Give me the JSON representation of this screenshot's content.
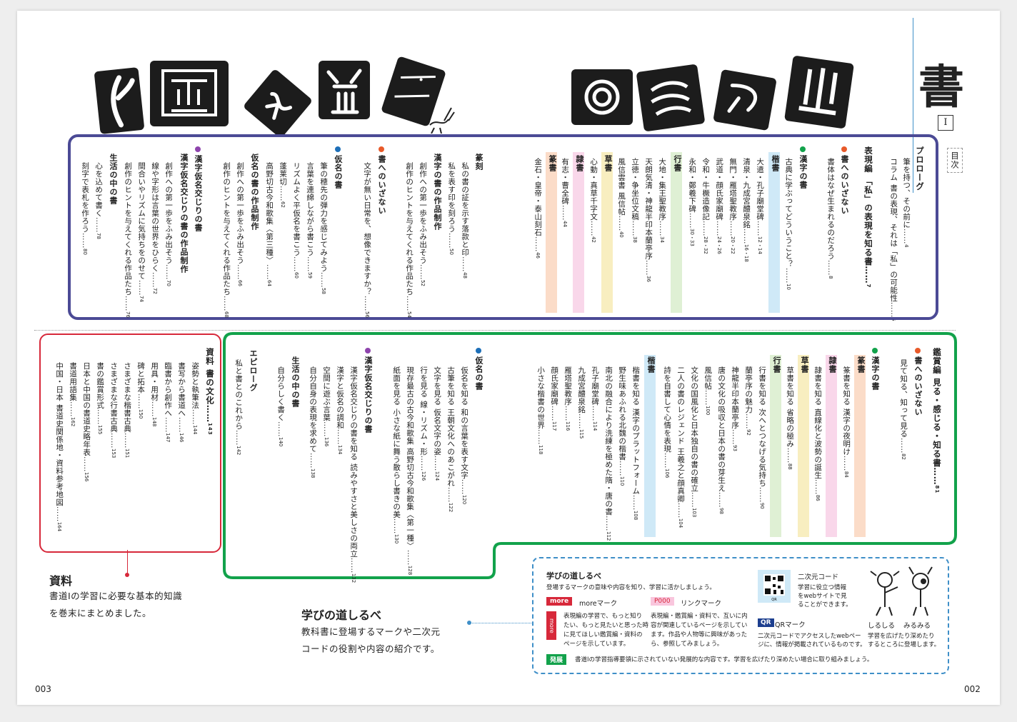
{
  "book_title": "書",
  "book_level": "I",
  "toc_label": "目次",
  "colors": {
    "purple": "#4b4a95",
    "green": "#12a24b",
    "red": "#d7283a",
    "blue": "#3f8fc8"
  },
  "prologue": {
    "title": "プロローグ",
    "l1": "筆を持つ、その前に……",
    "p1": "4",
    "l2": "コラム 書の表現、それは「私」の可能性……",
    "p2": "6"
  },
  "expression": {
    "title": "表現編 「私」の表現を知る書……",
    "title_page": "7",
    "intro_title": "書へのいざない",
    "intro_1": "書体はなぜ生まれるのだろう……",
    "intro_1_p": "8",
    "kanji_title": "漢字の書",
    "kanji_1": "古典に学ぶってどういうこと？……",
    "kanji_1_p": "10",
    "kaisho_label": "楷書",
    "kaisho_1": "大遣・孔子廟堂碑……",
    "kaisho_1_p": "12・14",
    "kaisho_2": "清泉・九成宮醴泉銘……",
    "kaisho_2_p": "16・18",
    "kaisho_3": "無門・雁塔聖教序……",
    "kaisho_3_p": "20・22",
    "kaisho_4": "武道・顔氏家廟碑……",
    "kaisho_4_p": "24・26",
    "kaisho_5": "令和・牛橛造像記……",
    "kaisho_5_p": "28・32",
    "kaisho_6": "永和・鄭羲下碑……",
    "kaisho_6_p": "30・33",
    "gyosho_label": "行書",
    "gyosho_1": "大地・集王聖教序……",
    "gyosho_1_p": "34",
    "gyosho_2": "天朗気清・神龍半印本蘭亭序……",
    "gyosho_2_p": "36",
    "gyosho_3": "立徳・争坐位文稿……",
    "gyosho_3_p": "38",
    "gyosho_4": "風信雲書 風信帖……",
    "gyosho_4_p": "40",
    "sosho_label": "草書",
    "sosho_1": "心動・真草千字文……",
    "sosho_1_p": "42",
    "reisho_label": "隷書",
    "reisho_1": "有志・曹全碑……",
    "reisho_1_p": "44",
    "tensho_label": "篆書",
    "tensho_1": "金石・皇帝・泰山刻石……",
    "tensho_1_p": "46",
    "tenkoku_title": "篆刻",
    "tenkoku_1": "私の書の証を示す落款と印……",
    "tenkoku_1_p": "48",
    "tenkoku_2": "私を表す印を刻ろう……",
    "tenkoku_2_p": "50",
    "kanji_work_title": "漢字の書の作品制作",
    "kanji_work_1": "創作への第一歩をふみ出そう……",
    "kanji_work_1_p": "52",
    "kanji_work_2": "創作のヒントを与えてくれる作品たち……",
    "kanji_work_2_p": "54",
    "kana_intro_title": "書へのいざない",
    "kana_intro_1": "文字が無い日常を、想像できますか？……",
    "kana_intro_1_p": "56",
    "kana_title": "仮名の書",
    "kana_1": "筆の穂先の弾力を感じてみよう……",
    "kana_1_p": "58",
    "kana_2": "言葉を連綿しながら書こう……",
    "kana_2_p": "59",
    "kana_3": "リズムよく平仮名を書こう……",
    "kana_3_p": "60",
    "kana_4": "蓬莱切……",
    "kana_4_p": "62",
    "kana_5": "高野切古今和歌集〈第三種〉……",
    "kana_5_p": "64",
    "kana_work_title": "仮名の書の作品制作",
    "kana_work_1": "創作への第一歩をふみ出そう……",
    "kana_work_1_p": "66",
    "kana_work_2": "創作のヒントを与えてくれる作品たち……",
    "kana_work_2_p": "68",
    "mixed_title": "漢字仮名交じりの書",
    "mixed_work_title": "漢字仮名交じりの書の作品制作",
    "mixed_1": "創作への第一歩をふみ出そう……",
    "mixed_1_p": "70",
    "mixed_2": "線や字形は言葉の世界をひらく……",
    "mixed_2_p": "72",
    "mixed_3": "間合いやリズムに気持ちをのせて……",
    "mixed_3_p": "74",
    "mixed_4": "創作のヒントを与えてくれる作品たち……",
    "mixed_4_p": "76",
    "life_title": "生活の中の書",
    "life_1": "心を込めて書く……",
    "life_1_p": "78",
    "life_2": "刻字で表札を作ろう……",
    "life_2_p": "80"
  },
  "appreciation": {
    "title": "鑑賞編 見る・感じる・知る書……",
    "title_page": "81",
    "intro_title": "書へのいざない",
    "intro_1": "見て知る、知って見る……",
    "intro_1_p": "82",
    "kanji_title": "漢字の書",
    "tensho_label": "篆書",
    "tensho_1": "篆書を知る 漢字の夜明け……",
    "tensho_1_p": "84",
    "reisho_label": "隷書",
    "reisho_1": "隷書を知る 直線化と波勢の誕生……",
    "reisho_1_p": "86",
    "sosho_label": "草書",
    "sosho_1": "草書を知る 省略の極み……",
    "sosho_1_p": "88",
    "gyosho_label": "行書",
    "gyosho_1": "行書を知る 次へとつなげる気持ち……",
    "gyosho_1_p": "90",
    "gyosho_2": "蘭亭序の魅力……",
    "gyosho_2_p": "92",
    "gyosho_3": "神龍半印本蘭亭序……",
    "gyosho_3_p": "93",
    "gyosho_4": "唐の文化の吸収と日本の書の芽生え……",
    "gyosho_4_p": "98",
    "gyosho_5": "風信帖……",
    "gyosho_5_p": "100",
    "gyosho_6": "文化の国風化と日本独自の書の確立……",
    "gyosho_6_p": "103",
    "gyosho_7": "二人の書のレジェンド 王羲之と顔真卿……",
    "gyosho_7_p": "104",
    "gyosho_8": "詩を自書して心情を表現……",
    "gyosho_8_p": "106",
    "kaisho_label": "楷書",
    "kaisho_1": "楷書を知る 漢字のプラットフォーム……",
    "kaisho_1_p": "108",
    "kaisho_2": "野生味あふれる北魏の楷書……",
    "kaisho_2_p": "110",
    "kaisho_3": "南北の融合により洗練を極めた隋・唐の書……",
    "kaisho_3_p": "112",
    "kaisho_4": "孔子廟堂碑……",
    "kaisho_4_p": "114",
    "kaisho_5": "九成宮醴泉銘……",
    "kaisho_5_p": "115",
    "kaisho_6": "雁塔聖教序……",
    "kaisho_6_p": "116",
    "kaisho_7": "顔氏家廟碑……",
    "kaisho_7_p": "117",
    "kaisho_8": "小さな楷書の世界……",
    "kaisho_8_p": "118",
    "kana_title": "仮名の書",
    "kana_1": "仮名を知る 和の言葉を表す文字……",
    "kana_1_p": "120",
    "kana_2": "古筆を知る 王朝文化へのあこがれ……",
    "kana_2_p": "122",
    "kana_3": "文字を見る 仮名文字の姿……",
    "kana_3_p": "124",
    "kana_4": "行を見る 線・リズム・形……",
    "kana_4_p": "126",
    "kana_5": "現存最古の古今和歌集 高野切古今和歌集〈第一種〉……",
    "kana_5_p": "128",
    "kana_6": "紙面を見る 小さな紙に舞う散らし書きの美……",
    "kana_6_p": "130",
    "mixed_title": "漢字仮名交じりの書",
    "mixed_1": "漢字仮名交じりの書を知る 読みやすさと美しさの両立……",
    "mixed_1_p": "132",
    "mixed_2": "漢字と仮名の調和……",
    "mixed_2_p": "134",
    "mixed_3": "空間に遊ぶ言葉……",
    "mixed_3_p": "136",
    "mixed_4": "自分自身の表現を求めて……",
    "mixed_4_p": "138",
    "life_title": "生活の中の書",
    "life_1": "自分らしく書く……",
    "life_1_p": "140",
    "epilogue_title": "エピローグ",
    "epilogue_1": "私と書とのこれから……",
    "epilogue_1_p": "142"
  },
  "materials": {
    "title": "資料 書の文化……",
    "title_page": "143",
    "m1": "姿勢と執筆法……",
    "m1_p": "144",
    "m2": "書写から書道へ……",
    "m2_p": "146",
    "m3": "臨書から創作へ……",
    "m3_p": "147",
    "m4": "用具・用材……",
    "m4_p": "148",
    "m5": "碑と拓本……",
    "m5_p": "150",
    "m6": "さまざまな楷書古典……",
    "m6_p": "151",
    "m7": "さまざまな行書古典……",
    "m7_p": "153",
    "m8": "書の鑑賞形式……",
    "m8_p": "155",
    "m9": "日本と中国の書道史略年表……",
    "m9_p": "156",
    "m10": "書道用語集……",
    "m10_p": "162",
    "m11": "中国・日本 書道史関係地・資料参考地図……",
    "m11_p": "164",
    "callout_title": "資料",
    "callout_desc_1": "書道Ⅰの学習に必要な基本的知識",
    "callout_desc_2": "を巻末にまとめました。"
  },
  "guide": {
    "callout_title": "学びの道しるべ",
    "callout_desc_1": "教科書に登場するマークや二次元",
    "callout_desc_2": "コードの役割や内容の紹介です。",
    "box_title": "学びの道しるべ",
    "box_sub": "登場するマークの意味や内容を知り、学習に活かしましょう。",
    "more_badge": "more",
    "more_label": "moreマーク",
    "more_desc_1": "表現編の学習で、もっと知り",
    "more_desc_2": "たい、もっと見たいと思った時",
    "more_desc_3": "に見てほしい鑑賞編・資料の",
    "more_desc_4": "ページを示しています。",
    "link_badge": "P000",
    "link_label": "リンクマーク",
    "link_desc_1": "表現編・鑑賞編・資料で、互いに内",
    "link_desc_2": "容が関連しているページを示してい",
    "link_desc_3": "ます。作品や人物等に興味があった",
    "link_desc_4": "ら、参照してみましょう。",
    "qr_title": "二次元コード",
    "qr_desc_1": "学習に役立つ情報",
    "qr_desc_2": "をwebサイトで見",
    "qr_desc_3": "ることができます。",
    "qr_badge": "QR",
    "qr_label": "QRマーク",
    "qr_mark_desc_1": "二次元コードでアクセスしたwebペー",
    "qr_mark_desc_2": "ジに、情報が掲載されているものです。",
    "char_1": "しるしる",
    "char_2": "みるみる",
    "char_desc_1": "学習を広げたり深めたり",
    "char_desc_2": "するところに登場します。",
    "hatten_badge": "発展",
    "hatten_desc": "書道Ⅰの学習指導要領に示されていない発展的な内容です。学習を広げたり深めたい場合に取り組みましょう。"
  },
  "page_left": "003",
  "page_right": "002"
}
